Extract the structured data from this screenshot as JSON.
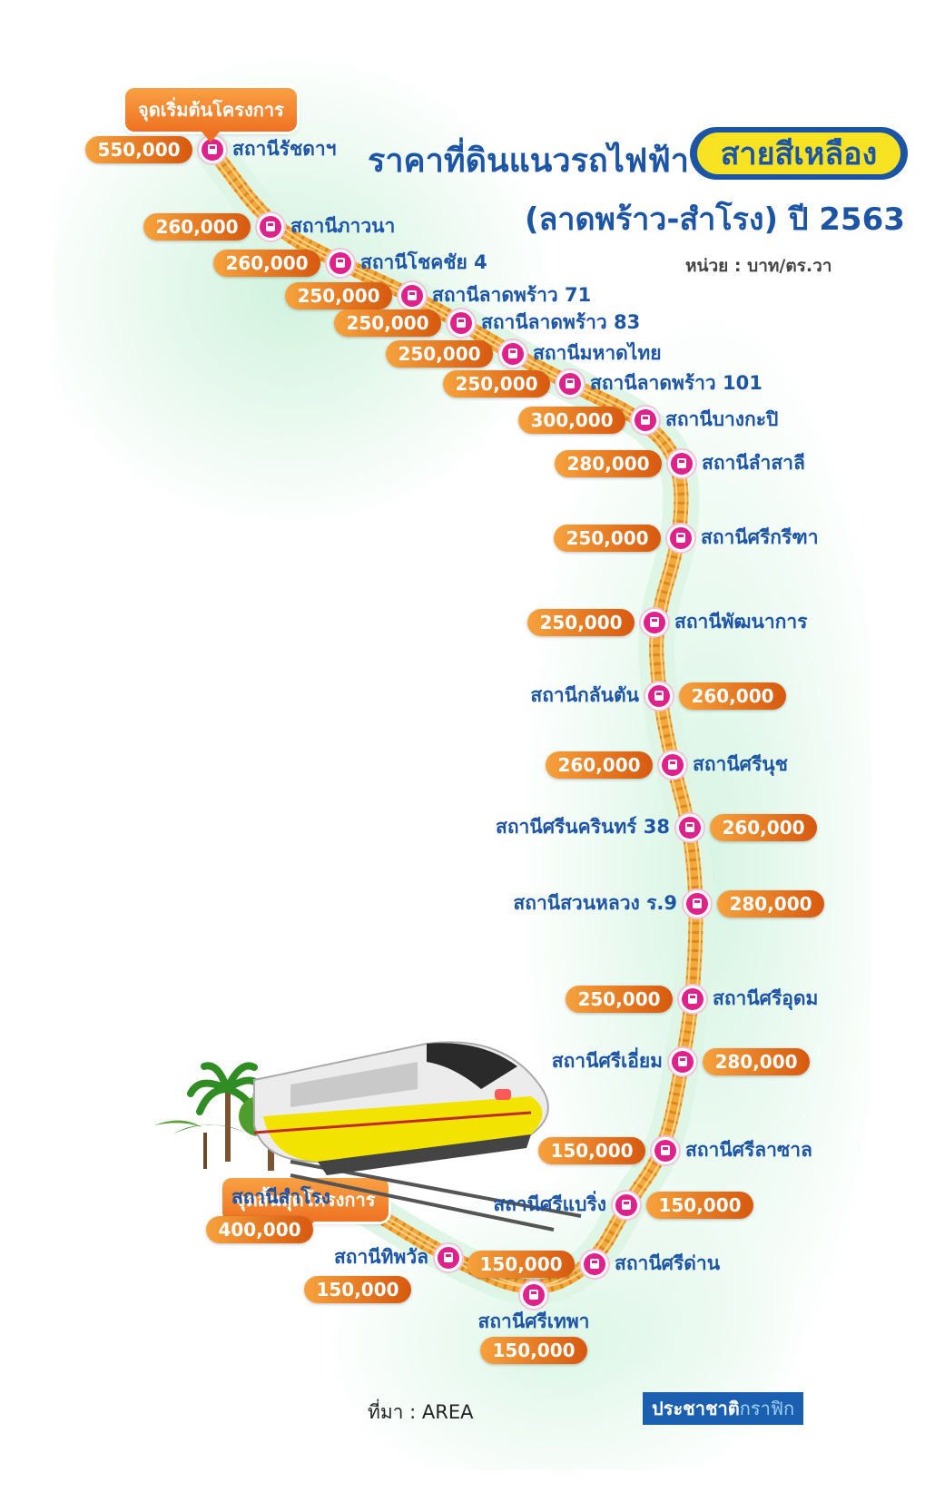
{
  "title": {
    "line1": "ราคาที่ดินแนวรถไฟฟ้า",
    "highlight": "สายสีเหลือง",
    "line2": "(ลาดพร้าว-สำโรง) ปี 2563",
    "unit": "หน่วย : บาท/ตร.วา"
  },
  "labels": {
    "start": "จุดเริ่มต้นโครงการ",
    "end": "จุดสิ้นสุดโครงการ"
  },
  "stations": [
    {
      "name": "สถานีรัชดาฯ",
      "price": "550,000"
    },
    {
      "name": "สถานีภาวนา",
      "price": "260,000"
    },
    {
      "name": "สถานีโชคชัย 4",
      "price": "260,000"
    },
    {
      "name": "สถานีลาดพร้าว 71",
      "price": "250,000"
    },
    {
      "name": "สถานีลาดพร้าว 83",
      "price": "250,000"
    },
    {
      "name": "สถานีมหาดไทย",
      "price": "250,000"
    },
    {
      "name": "สถานีลาดพร้าว 101",
      "price": "250,000"
    },
    {
      "name": "สถานีบางกะปิ",
      "price": "300,000"
    },
    {
      "name": "สถานีลำสาลี",
      "price": "280,000"
    },
    {
      "name": "สถานีศรีกรีฑา",
      "price": "250,000"
    },
    {
      "name": "สถานีพัฒนาการ",
      "price": "250,000"
    },
    {
      "name": "สถานีกลันตัน",
      "price": "260,000"
    },
    {
      "name": "สถานีศรีนุช",
      "price": "260,000"
    },
    {
      "name": "สถานีศรีนครินทร์ 38",
      "price": "260,000"
    },
    {
      "name": "สถานีสวนหลวง ร.9",
      "price": "280,000"
    },
    {
      "name": "สถานีศรีอุดม",
      "price": "250,000"
    },
    {
      "name": "สถานีศรีเอี่ยม",
      "price": "280,000"
    },
    {
      "name": "สถานีศรีลาซาล",
      "price": "150,000"
    },
    {
      "name": "สถานีศรีแบริ่ง",
      "price": "150,000"
    },
    {
      "name": "สถานีศรีด่าน",
      "price": "150,000"
    },
    {
      "name": "สถานีศรีเทพา",
      "price": "150,000"
    },
    {
      "name": "สถานีทิพวัล",
      "price": "150,000"
    },
    {
      "name": "สถานีสำโรง",
      "price": "400,000"
    }
  ],
  "footer": {
    "source": "ที่มา : AREA",
    "brand_a": "ประชาชาติ",
    "brand_b": "กราฟิก"
  },
  "colors": {
    "title_blue": "#1d55a6",
    "highlight_yellow": "#f7e321",
    "price_orange": "#e8731d",
    "track": "#f2a93b",
    "station_pink": "#e0208b"
  }
}
